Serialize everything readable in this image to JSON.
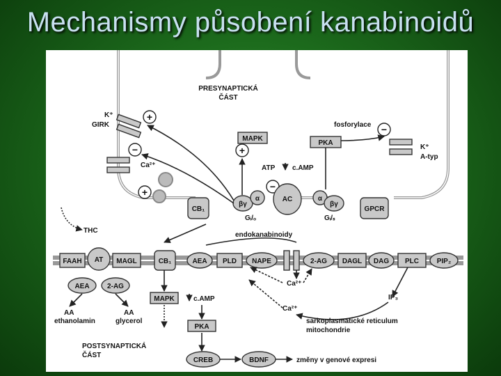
{
  "slide": {
    "title": "Mechanismy působení kanabinoidů"
  },
  "diagram": {
    "presynaptic_label_1": "PRESYNAPTICKÁ",
    "presynaptic_label_2": "ČÁST",
    "postsynaptic_label_1": "POSTSYNAPTICKÁ",
    "postsynaptic_label_2": "ČÁST",
    "k_girk_1": "K⁺",
    "k_girk_2": "GIRK",
    "ca_channel": "Ca²⁺",
    "mapk_pre": "MAPK",
    "pka_pre": "PKA",
    "fosforylace": "fosforylace",
    "k_atype_1": "K⁺",
    "k_atype_2": "A-typ",
    "atp": "ATP",
    "camp_pre": "c.AMP",
    "cb1_pre": "CB₁",
    "beta_gamma_1": "βγ",
    "alpha_1": "α",
    "ac": "AC",
    "alpha_2": "α",
    "beta_gamma_2": "βγ",
    "gpcr": "GPCR",
    "gio": "Gᵢ/ₒ",
    "gqs": "Gᵢ/ₛ",
    "thc": "THC",
    "endokanabinoidy": "endokanabinoidy",
    "faah": "FAAH",
    "at": "AT",
    "magl": "MAGL",
    "cb1_post": "CB₁",
    "aea_post": "AEA",
    "pld": "PLD",
    "nape": "NAPE",
    "two_ag_post": "2-AG",
    "dagl": "DAGL",
    "dag": "DAG",
    "plc": "PLC",
    "pip2": "PIP₂",
    "aea_deg": "AEA",
    "two_ag_deg": "2-AG",
    "aa_1": "AA",
    "ethanolamin": "ethanolamin",
    "aa_2": "AA",
    "glycerol": "glycerol",
    "ca_mid": "Ca²⁺",
    "ca_low": "Ca²⁺",
    "ip3": "IP₃",
    "mapk_post": "MAPK",
    "camp_post": "c.AMP",
    "pka_post": "PKA",
    "sarko_1": "sarkoplasmatické reticulum",
    "sarko_2": "mitochondrie",
    "creb": "CREB",
    "bdnf": "BDNF",
    "gene_expr": "změny v genové expresi",
    "plus_sign": "+",
    "minus_sign": "−"
  }
}
